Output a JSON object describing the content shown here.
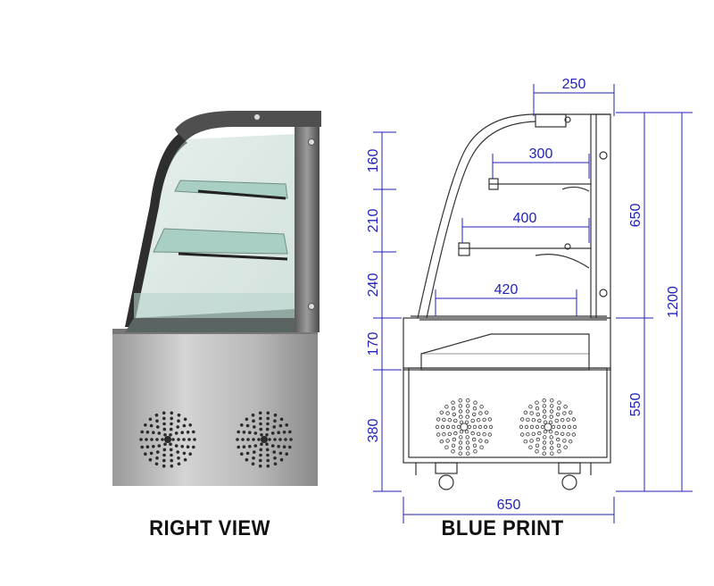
{
  "captions": {
    "right_view": "RIGHT VIEW",
    "blue_print": "BLUE PRINT"
  },
  "dimensions": {
    "top_depth": "250",
    "shelf_1_depth": "300",
    "shelf_2_depth": "400",
    "base_shelf_depth": "420",
    "total_depth": "650",
    "spacing_1": "160",
    "spacing_2": "210",
    "spacing_3": "240",
    "spacing_4": "170",
    "spacing_5": "380",
    "upper_height": "650",
    "lower_height": "550",
    "total_height": "1200"
  },
  "colors": {
    "dimension_line": "#2222bb",
    "steel_light": "#c9c9c9",
    "steel_dark": "#8c8c8c"
  }
}
